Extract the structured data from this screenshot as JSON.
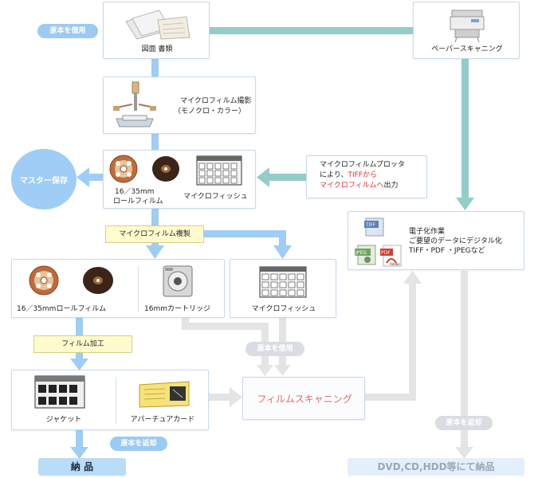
{
  "labels": {
    "drawings_docs": "図面 書類",
    "paper_scanning": "ペーパースキャニング",
    "microfilm_shoot": "マイクロフィルム撮影",
    "microfilm_shoot_sub": "（モノクロ・カラー）",
    "roll_film_1": "16／35mm",
    "roll_film_2": "ロールフィルム",
    "microfiche": "マイクロフィッシュ",
    "master_storage": "マスター保存",
    "plotter_1": "マイクロフィルムプロッタ",
    "plotter_2_prefix": "により、",
    "plotter_2_red": "TIFFから",
    "plotter_3_red": "マイクロフィルムへ",
    "plotter_3_suffix": "出力",
    "digitize_1": "電子化作業",
    "digitize_2": "ご要望のデータにデジタル化",
    "digitize_3": "TIFF・PDF ・JPEGなど",
    "microfilm_dup": "マイクロフィルム複製",
    "roll_film_combined": "16／35mmロールフィルム",
    "cartridge": "16mmカートリッジ",
    "microfiche_2": "マイクロフィッシュ",
    "film_processing": "フィルム加工",
    "jacket": "ジャケット",
    "aperture_card": "アパーチュアカード",
    "film_scanning": "フィルムスキャニング",
    "borrow_original_1": "原本を借用",
    "borrow_original_2": "原本を借用",
    "return_original_1": "原本を返却",
    "return_original_2": "原本を返却",
    "delivery_1": "納 品",
    "delivery_2": "DVD,CD,HDD等にて納品",
    "file_icon_tiff": "TIFF",
    "file_icon_jpeg": "JPEG",
    "file_icon_pdf": "PDF",
    "file_icon_adobe": "Adobe"
  },
  "colors": {
    "blue_arrow": "#9fcdf5",
    "teal_arrow": "#93cdc9",
    "gray_arrow": "#e4e4e4",
    "blue_pill": "#9ccaf2",
    "gray_pill": "#d9dde2",
    "red_text": "#e03030",
    "film_scan_text": "#e06a6a",
    "delivery_dark_bg": "#b9dcf7",
    "delivery_light_bg": "#e3effa"
  }
}
